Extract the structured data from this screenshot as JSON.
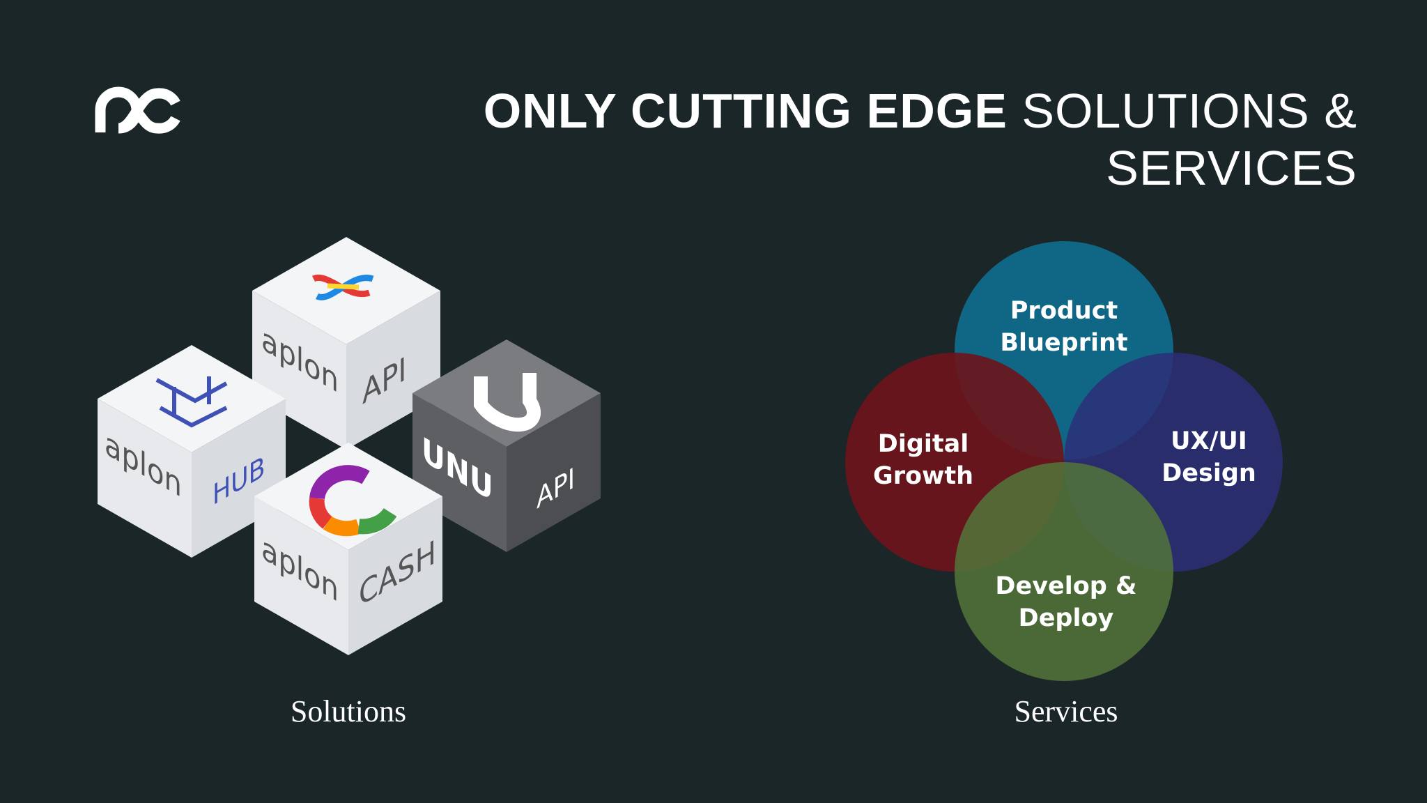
{
  "header": {
    "title_bold": "ONLY CUTTING EDGE",
    "title_rest": "SOLUTIONS &",
    "title_line2": "SERVICES"
  },
  "solutions": {
    "caption": "Solutions",
    "cubes": [
      {
        "name": "aplon-api",
        "left_text": "aplon",
        "right_text": "API"
      },
      {
        "name": "aplon-hub",
        "left_text": "aplon",
        "right_text": "HUB"
      },
      {
        "name": "unu-api",
        "left_text": "UNU",
        "right_text": "API"
      },
      {
        "name": "aplon-cash",
        "left_text": "aplon",
        "right_text": "CASH"
      }
    ]
  },
  "services": {
    "caption": "Services",
    "circles": [
      {
        "line1": "Product",
        "line2": "Blueprint",
        "color": "#0f6f8f"
      },
      {
        "line1": "Digital",
        "line2": "Growth",
        "color": "#6e141a"
      },
      {
        "line1": "UX/UI",
        "line2": "Design",
        "color": "#2d2f78"
      },
      {
        "line1": "Develop &",
        "line2": "Deploy",
        "color": "#52763a"
      }
    ]
  },
  "colors": {
    "background": "#1b2629",
    "text": "#ffffff"
  }
}
